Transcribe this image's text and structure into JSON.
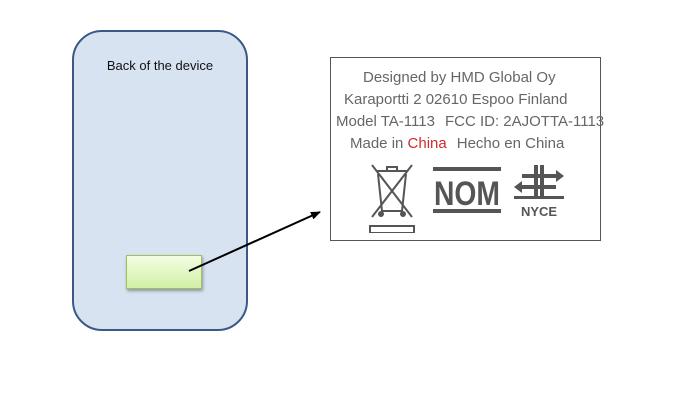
{
  "device": {
    "title": "Back of the device"
  },
  "label": {
    "line1": "Designed by HMD Global Oy",
    "line2": "Karaportti 2 02610 Espoo Finland",
    "line3_model": "Model TA-1113",
    "line3_fcc": "FCC ID: 2AJOTTA-1113",
    "line4_made": "Made in",
    "line4_country": "China",
    "line4_hecho": "Hecho en China",
    "nom_text": "NOM",
    "nyce_text": "NYCE"
  },
  "colors": {
    "device_fill": "#d7e3f0",
    "device_border": "#3a5a85",
    "label_spot_fill": "#d2f0a6",
    "accent_red": "#d02a2a",
    "label_text": "#666666"
  },
  "icons": [
    "crossed-out-bin-icon",
    "nom-logo-icon",
    "nyce-logo-icon",
    "arrow-icon"
  ]
}
